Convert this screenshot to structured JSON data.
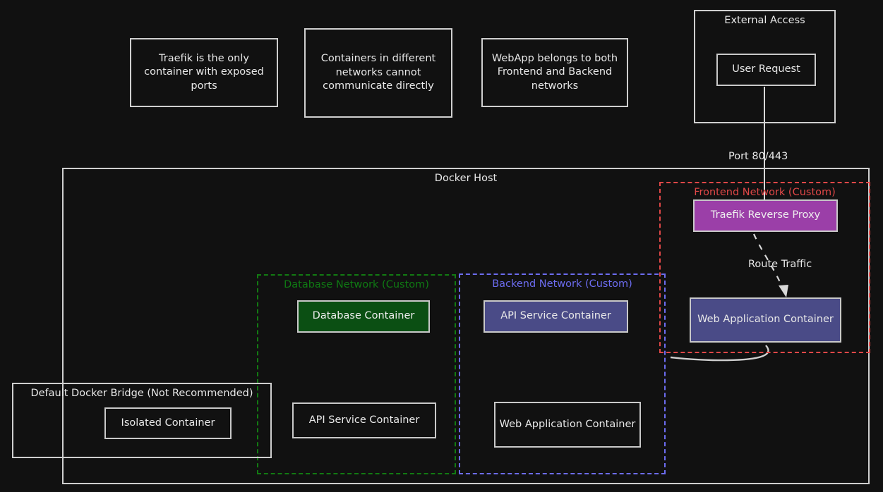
{
  "notes": [
    {
      "text": "Traefik is the only container with exposed ports"
    },
    {
      "text": "Containers in different networks cannot communicate directly"
    },
    {
      "text": "WebApp belongs to both Frontend and Backend networks"
    }
  ],
  "external_access": {
    "title": "External Access",
    "nodes": [
      {
        "label": "User Request"
      }
    ]
  },
  "docker_host": {
    "title": "Docker Host"
  },
  "networks": {
    "frontend": {
      "title": "Frontend Network (Custom)",
      "color": "#e04747",
      "nodes": [
        {
          "label": "Traefik Reverse Proxy",
          "fill": "#9b3fa8"
        },
        {
          "label": "Web Application Container",
          "fill": "#4a4b87"
        }
      ]
    },
    "backend": {
      "title": "Backend Network (Custom)",
      "color": "#6c6cf0",
      "nodes": [
        {
          "label": "API Service Container",
          "fill": "#4a4b87"
        },
        {
          "label": "Web Application Container",
          "fill": "none"
        }
      ]
    },
    "database": {
      "title": "Database Network (Custom)",
      "color": "#0f7a13",
      "nodes": [
        {
          "label": "Database Container",
          "fill": "#0b4f13"
        },
        {
          "label": "API Service Container",
          "fill": "none"
        }
      ]
    },
    "default_bridge": {
      "title": "Default Docker Bridge (Not Recommended)",
      "color": "#cfcfcf",
      "nodes": [
        {
          "label": "Isolated Container",
          "fill": "none"
        }
      ]
    }
  },
  "edges": [
    {
      "label": "Port 80/443"
    },
    {
      "label": "Route Traffic"
    }
  ]
}
